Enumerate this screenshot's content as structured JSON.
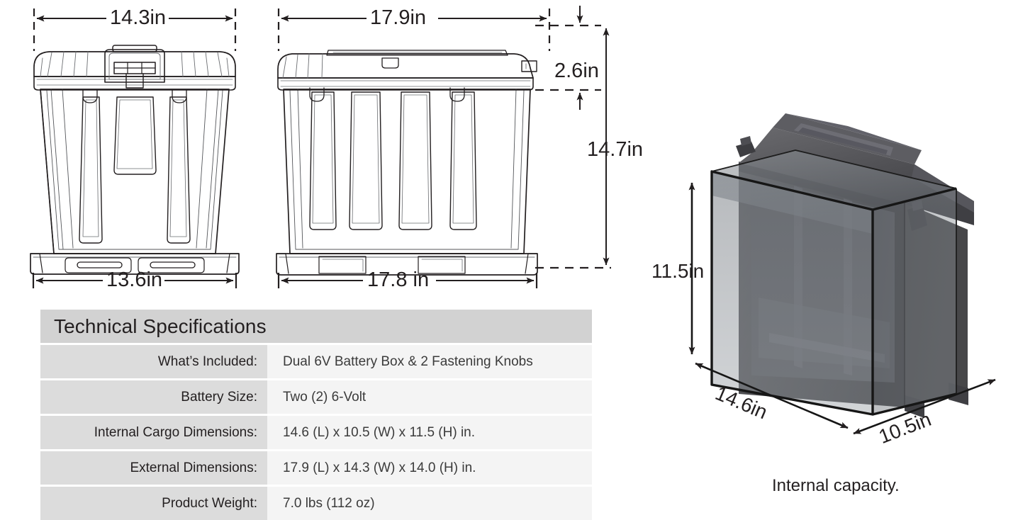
{
  "drawing": {
    "front_view": {
      "top_dim": "14.3in",
      "bottom_dim": "13.6in"
    },
    "side_view": {
      "top_dim": "17.9in",
      "bottom_dim": "17.8 in",
      "lid_height_dim": "2.6in",
      "total_height_dim": "14.7in"
    },
    "render_3d": {
      "height_dim": "11.5in",
      "length_dim": "14.6in",
      "width_dim": "10.5in",
      "caption": "Internal capacity."
    }
  },
  "spec_table": {
    "title": "Technical Specifications",
    "rows": [
      {
        "label": "What’s Included:",
        "value": "Dual 6V Battery Box & 2 Fastening Knobs"
      },
      {
        "label": "Battery Size:",
        "value": "Two (2) 6-Volt"
      },
      {
        "label": "Internal Cargo Dimensions:",
        "value": "14.6 (L) x 10.5 (W) x 11.5 (H) in."
      },
      {
        "label": "External Dimensions:",
        "value": "17.9 (L) x 14.3 (W) x 14.0 (H) in."
      },
      {
        "label": "Product Weight:",
        "value": "7.0 lbs (112 oz)"
      }
    ]
  },
  "colors": {
    "ink": "#231f20",
    "header_bg": "#d2d2d2",
    "label_bg": "#dcdcdc",
    "value_bg": "#f4f4f4",
    "body_dark": "#4a4a4d",
    "glass": "rgba(120,125,130,0.55)"
  }
}
